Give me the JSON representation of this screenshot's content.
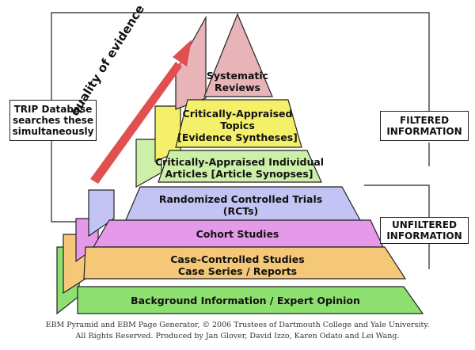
{
  "tiers": [
    {
      "lines": [
        "Systematic",
        "Reviews"
      ],
      "color": "#e8b4b8"
    },
    {
      "lines": [
        "Critically-Appraised",
        "Topics",
        "[Evidence Syntheses]"
      ],
      "color": "#f5f06a"
    },
    {
      "lines": [
        "Critically-Appraised Individual",
        "Articles [Article Synopses]"
      ],
      "color": "#ccf0a8"
    },
    {
      "lines": [
        "Randomized Controlled Trials",
        "(RCTs)"
      ],
      "color": "#c4c4f4"
    },
    {
      "lines": [
        "Cohort Studies"
      ],
      "color": "#e49ae8"
    },
    {
      "lines": [
        "Case-Controlled Studies",
        "Case Series / Reports"
      ],
      "color": "#f4c878"
    },
    {
      "lines": [
        "Background Information / Expert Opinion"
      ],
      "color": "#8ee070"
    }
  ],
  "trip_box": {
    "lines": [
      "TRIP Database",
      "searches these",
      "simultaneously"
    ]
  },
  "filtered_box": {
    "lines": [
      "FILTERED",
      "INFORMATION"
    ]
  },
  "unfiltered_box": {
    "lines": [
      "UNFILTERED",
      "INFORMATION"
    ]
  },
  "quality_arrow_label": "quality of evidence",
  "arrow_color": "#e05050",
  "caption": [
    "EBM Pyramid and EBM Page Generator, © 2006 Trustees of Dartmouth College and Yale University.",
    "All Rights Reserved. Produced by Jan Glover, David Izzo, Karen Odato and Lei Wang."
  ]
}
